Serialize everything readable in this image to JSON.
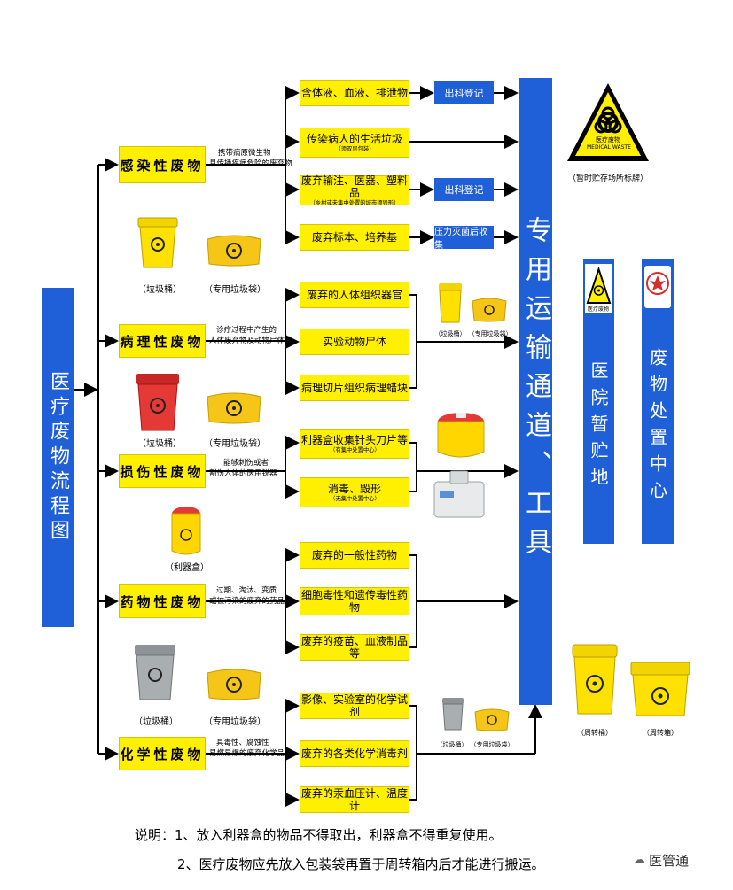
{
  "title": "医疗废物流程图",
  "transport": "专用运输通道、工具",
  "hospital_storage": "医院暂贮地",
  "disposal_center": "废物处置中心",
  "warning_sign": {
    "text_cn": "医疗废物",
    "text_en": "MEDICAL WASTE",
    "caption": "（暂时贮存场所标牌）",
    "small_sign_text": "医疗废物"
  },
  "categories": [
    {
      "label": "感染性废物",
      "desc": [
        "携带病原微生物",
        "具传播疾病危险的废弃物"
      ],
      "items": [
        {
          "text": "含体液、血液、排泄物",
          "sub": ""
        },
        {
          "text": "传染病人的生活垃圾",
          "sub": "（须双层包装）"
        },
        {
          "text": "废弃输注、医器、塑料品",
          "sub": "（乡村或未集中处置的城市须毁形）"
        },
        {
          "text": "废弃标本、培养基",
          "sub": ""
        }
      ],
      "notes": [
        "出科登记",
        "出科登记",
        "压力灭菌后收集"
      ]
    },
    {
      "label": "病理性废物",
      "desc": [
        "诊疗过程中产生的",
        "人体废弃物及动物尸体等"
      ],
      "items": [
        {
          "text": "废弃的人体组织器官",
          "sub": ""
        },
        {
          "text": "实验动物尸体",
          "sub": ""
        },
        {
          "text": "病理切片组织病理蜡块",
          "sub": ""
        }
      ]
    },
    {
      "label": "损伤性废物",
      "desc": [
        "能够刺伤或者",
        "割伤人体的医用锐器"
      ],
      "items": [
        {
          "text": "利器盒收集针头刀片等",
          "sub": "（有集中处置中心）"
        },
        {
          "text": "消毒、毁形",
          "sub": "（无集中处置中心）"
        }
      ]
    },
    {
      "label": "药物性废物",
      "desc": [
        "过期、淘汰、变质",
        "或被污染的废弃的药品"
      ],
      "items": [
        {
          "text": "废弃的一般性药物",
          "sub": ""
        },
        {
          "text": "细胞毒性和遗传毒性药物",
          "sub": ""
        },
        {
          "text": "废弃的疫苗、血液制品等",
          "sub": ""
        }
      ]
    },
    {
      "label": "化学性废物",
      "desc": [
        "具毒性、腐蚀性",
        "易燃易爆的废弃化学品"
      ],
      "items": [
        {
          "text": "影像、实验室的化学试剂",
          "sub": ""
        },
        {
          "text": "废弃的各类化学消毒剂",
          "sub": ""
        },
        {
          "text": "废弃的汞血压计、温度计",
          "sub": ""
        }
      ]
    }
  ],
  "captions": {
    "bin": "（垃圾桶）",
    "bag": "（专用垃圾袋）",
    "sharps_box": "（利器盒）",
    "turnover_bin": "（周转桶）",
    "turnover_box": "（周转箱）"
  },
  "footer": {
    "line1": "说明：1、放入利器盒的物品不得取出，利器盒不得重复使用。",
    "line2": "2、医疗废物应先放入包装袋再置于周转箱内后才能进行搬运。",
    "brand": "医管通"
  },
  "colors": {
    "blue": "#1f5fd8",
    "yellow": "#ffef00",
    "red": "#e53935",
    "gray": "#9ea3a6"
  }
}
